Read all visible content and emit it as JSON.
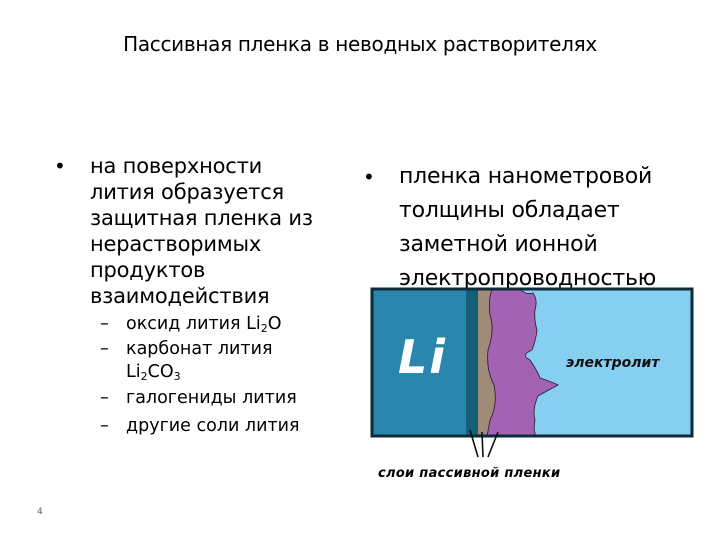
{
  "slide": {
    "title": "Пассивная пленка в неводных растворителях",
    "page_number": "4"
  },
  "left_bullet": {
    "marker": "•",
    "lines": [
      "на поверхности",
      "лития образуется",
      "защитная пленка из",
      "нерастворимых",
      "продуктов",
      "взаимодействия"
    ],
    "sub_items": [
      {
        "dash": "–",
        "text": "оксид лития Li",
        "sub": "2",
        "tail": "O"
      },
      {
        "dash": "–",
        "text": "карбонат лития",
        "cont_pre": "Li",
        "cont_sub1": "2",
        "cont_mid": "CO",
        "cont_sub2": "3"
      },
      {
        "dash": "–",
        "text": "галогениды лития"
      },
      {
        "dash": "–",
        "text": "другие соли лития"
      }
    ]
  },
  "right_bullet": {
    "marker": "•",
    "lines": [
      "пленка нанометровой",
      "толщины обладает",
      "заметной ионной",
      "электропроводностью"
    ]
  },
  "diagram": {
    "li_label": "Li",
    "electrolyte_label": "электролит",
    "caption": "слои пассивной пленки",
    "colors": {
      "lithium": "#2a86ad",
      "inner_layer": "#135f7a",
      "middle_layer": "#a08b78",
      "outer_layer": "#a163b2",
      "electrolyte": "#87cff0",
      "border": "#0d2b3a"
    }
  }
}
